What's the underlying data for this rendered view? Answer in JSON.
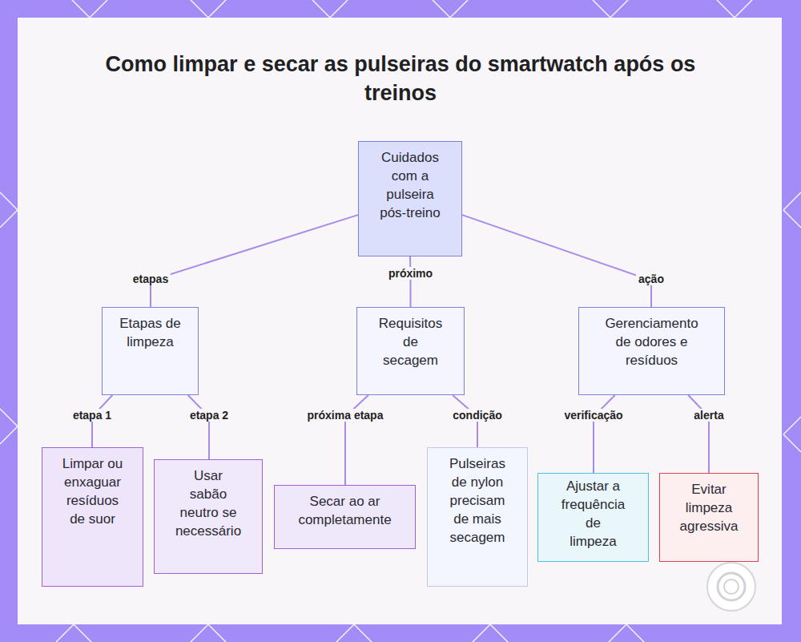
{
  "diagram": {
    "title": "Como limpar e secar as pulseiras do smartwatch após os treinos",
    "nodes": [
      {
        "text": [
          "Cuidados com a pulseira pós-treino"
        ]
      },
      {
        "text": [
          "Etapas de limpeza"
        ]
      },
      {
        "text": [
          "Requisitos de secagem"
        ]
      },
      {
        "text": [
          "Gerenciamento de odores e resíduos"
        ]
      },
      {
        "text": [
          "Limpar ou enxaguar resíduos de suor"
        ]
      },
      {
        "text": [
          "Usar sabão neutro se necessário"
        ]
      },
      {
        "text": [
          "Secar ao ar completamente"
        ]
      },
      {
        "text": [
          "Pulseiras de nylon precisam de mais secagem"
        ]
      },
      {
        "text": [
          "Ajustar a frequência de limpeza"
        ]
      },
      {
        "text": [
          "Evitar limpeza agressiva"
        ]
      }
    ],
    "edges": [
      {
        "from": 0,
        "to": 1,
        "label": "etapas",
        "arrow": "none"
      },
      {
        "from": 0,
        "to": 2,
        "label": "próximo",
        "arrow": "none"
      },
      {
        "from": 0,
        "to": 3,
        "label": "ação",
        "arrow": "none"
      },
      {
        "from": 1,
        "to": 4,
        "label": "etapa 1",
        "arrow": "none"
      },
      {
        "from": 1,
        "to": 5,
        "label": "etapa 2",
        "arrow": "none"
      },
      {
        "from": 2,
        "to": 6,
        "label": "próxima etapa",
        "arrow": "none"
      },
      {
        "from": 2,
        "to": 7,
        "label": "condição",
        "arrow": "none"
      },
      {
        "from": 3,
        "to": 8,
        "label": "verificação",
        "arrow": "none"
      },
      {
        "from": 3,
        "to": 9,
        "label": "alerta",
        "arrow": "none"
      }
    ]
  }
}
